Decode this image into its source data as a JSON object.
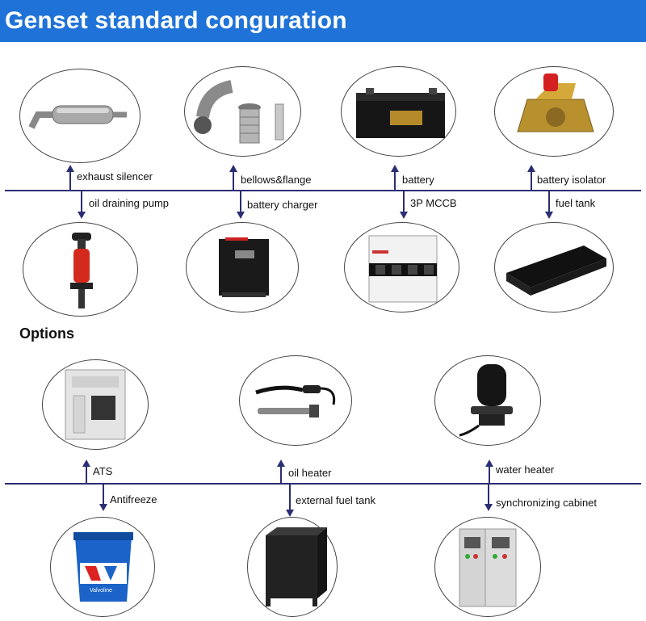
{
  "header": {
    "title": "Genset standard conguration"
  },
  "options_title": "Options",
  "standard_top": [
    {
      "id": "exhaust",
      "label": "exhaust silencer",
      "icon": "exhaust-silencer-icon"
    },
    {
      "id": "bellows",
      "label": "bellows&flange",
      "icon": "bellows-flange-icon"
    },
    {
      "id": "battery",
      "label": "battery",
      "icon": "battery-icon"
    },
    {
      "id": "isolator",
      "label": "battery isolator",
      "icon": "battery-isolator-icon"
    }
  ],
  "standard_bottom": [
    {
      "id": "pump",
      "label": "oil draining pump",
      "icon": "oil-draining-pump-icon"
    },
    {
      "id": "charger",
      "label": "battery charger",
      "icon": "battery-charger-icon"
    },
    {
      "id": "mccb",
      "label": "3P MCCB",
      "icon": "mccb-breaker-icon"
    },
    {
      "id": "fueltank",
      "label": "fuel tank",
      "icon": "fuel-tank-icon"
    }
  ],
  "options_top": [
    {
      "id": "ats",
      "label": "ATS",
      "icon": "ats-cabinet-icon"
    },
    {
      "id": "oilheater",
      "label": "oil heater",
      "icon": "oil-heater-icon"
    },
    {
      "id": "waterheater",
      "label": "water heater",
      "icon": "water-heater-icon"
    }
  ],
  "options_bottom": [
    {
      "id": "antifreeze",
      "label": "Antifreeze",
      "icon": "antifreeze-bucket-icon"
    },
    {
      "id": "extfuel",
      "label": "external fuel tank",
      "icon": "external-fuel-tank-icon"
    },
    {
      "id": "sync",
      "label": "synchronizing cabinet",
      "icon": "synchronizing-cabinet-icon"
    }
  ],
  "bucket_text": "Valvoline",
  "colors": {
    "header": "#1f73d8",
    "line": "#2b2e73"
  }
}
